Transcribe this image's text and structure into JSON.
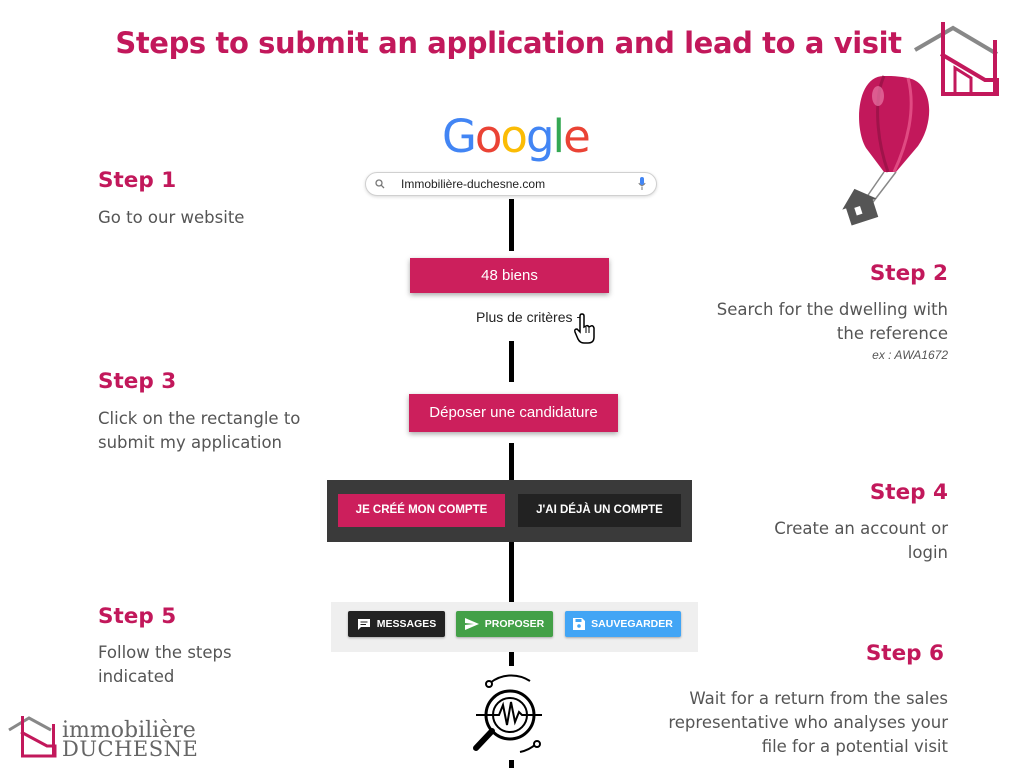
{
  "title": "Steps to submit an application and lead to a visit",
  "google": {
    "letters": [
      {
        "char": "G",
        "color": "#4285F4"
      },
      {
        "char": "o",
        "color": "#EA4335"
      },
      {
        "char": "o",
        "color": "#FBBC05"
      },
      {
        "char": "g",
        "color": "#4285F4"
      },
      {
        "char": "l",
        "color": "#34A853"
      },
      {
        "char": "e",
        "color": "#EA4335"
      }
    ],
    "search_value": "Immobilière-duchesne.com"
  },
  "steps": [
    {
      "heading": "Step 1",
      "desc": [
        "Go to our website"
      ]
    },
    {
      "heading": "Step 2",
      "desc": [
        "Search for the dwelling with",
        "the reference"
      ],
      "note": "ex : AWA1672"
    },
    {
      "heading": "Step 3",
      "desc": [
        "Click on the rectangle to",
        "submit my application"
      ]
    },
    {
      "heading": "Step 4",
      "desc": [
        "Create an account or",
        "login"
      ]
    },
    {
      "heading": "Step 5",
      "desc": [
        "Follow the steps",
        "indicated"
      ]
    },
    {
      "heading": "Step 6",
      "desc": [
        "Wait for a return from the sales",
        "representative who analyses your",
        "file for a potential visit"
      ]
    }
  ],
  "results_button": "48 biens",
  "more_criteria": "Plus de critères +",
  "apply_button": "Déposer une candidature",
  "account": {
    "create": "JE CRÉÉ MON COMPTE",
    "login": "J'AI DÉJÀ UN COMPTE"
  },
  "toolbar": {
    "messages": "MESSAGES",
    "propose": "PROPOSER",
    "save": "SAUVEGARDER"
  },
  "brand": {
    "line1": "immobilière",
    "line2": "DUCHESNE"
  },
  "colors": {
    "accent": "#c2185b",
    "button_pink": "#cc1f5c",
    "dark_button": "#222222",
    "green": "#43a047",
    "blue": "#42a5f5"
  },
  "icons": [
    "search-icon",
    "mic-icon",
    "pointer-hand-icon",
    "message-icon",
    "send-icon",
    "save-icon",
    "analysis-magnifier-icon",
    "hot-air-balloon-icon",
    "house-logo-icon"
  ]
}
